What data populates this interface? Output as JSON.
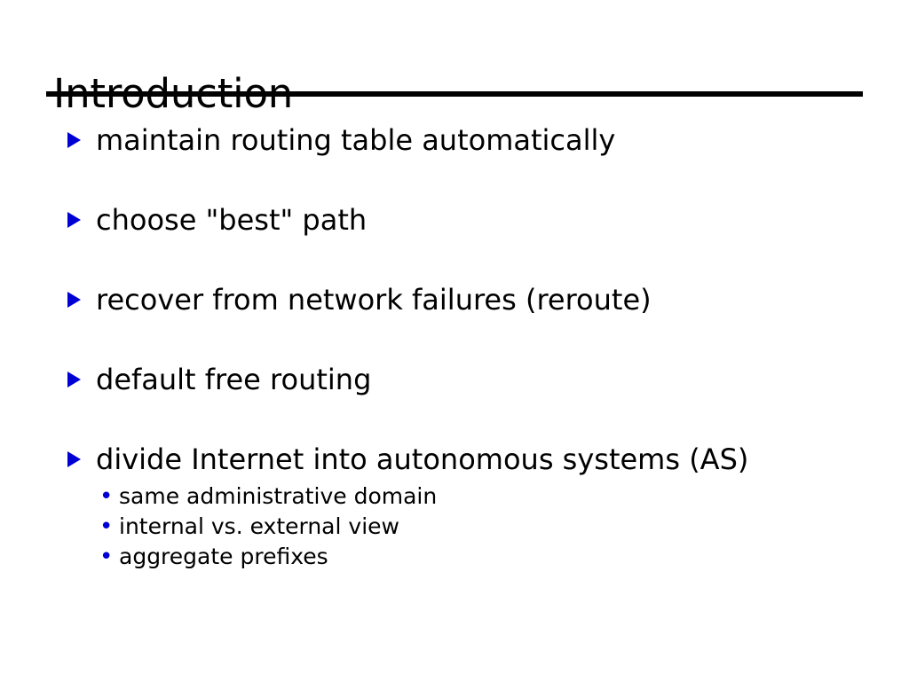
{
  "slide": {
    "title": "Introduction",
    "accent_color": "#0000d4",
    "text_color": "#000000",
    "background_color": "#ffffff",
    "rule_color": "#000000",
    "bullet_marker_glyph": "triangle-right",
    "sub_bullet_marker_glyph": "•",
    "bullets": [
      {
        "text": "maintain routing table automatically",
        "sub_items": []
      },
      {
        "text": "choose \"best\" path",
        "sub_items": []
      },
      {
        "text": "recover from network failures (reroute)",
        "sub_items": []
      },
      {
        "text": "default free routing",
        "sub_items": []
      },
      {
        "text": "divide Internet into autonomous systems (AS)",
        "sub_items": [
          {
            "text": "same administrative domain"
          },
          {
            "text": "internal vs. external view"
          },
          {
            "text": "aggregate prefixes"
          }
        ]
      }
    ]
  }
}
